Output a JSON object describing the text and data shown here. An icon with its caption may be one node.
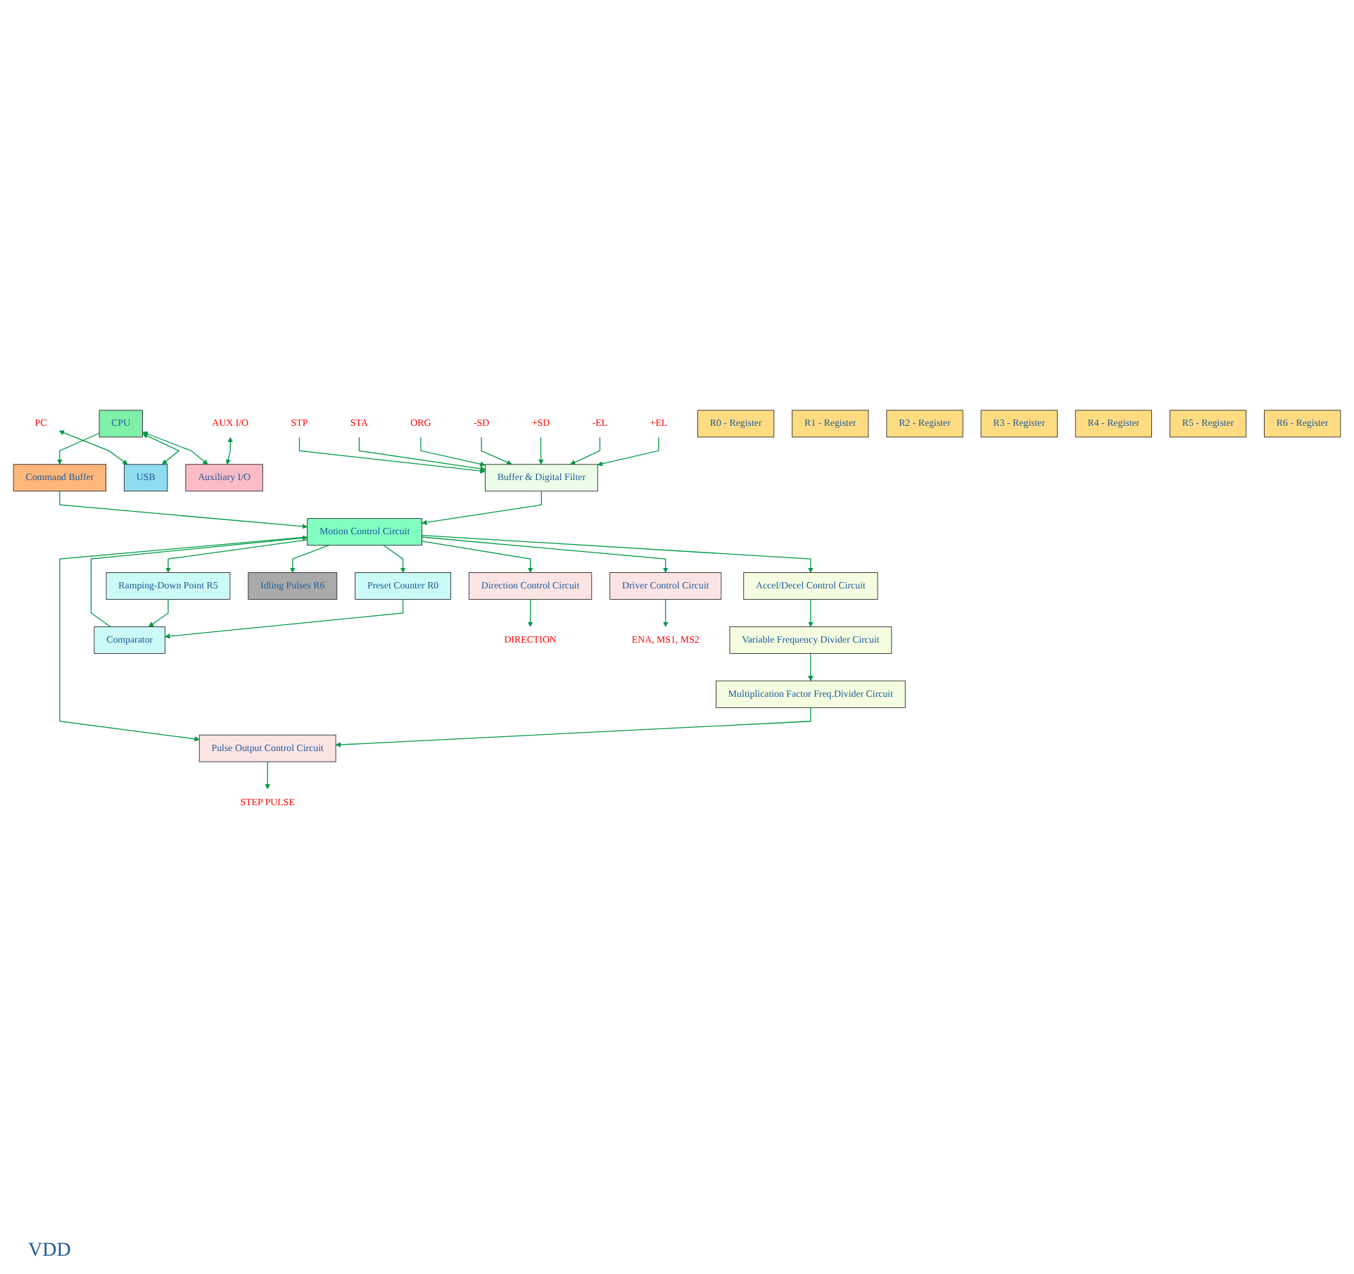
{
  "diagram": {
    "nodes": [
      {
        "text": [
          "R0 - Register"
        ]
      },
      {
        "text": [
          "R1 - Register"
        ]
      },
      {
        "text": [
          "R2 - Register"
        ]
      },
      {
        "text": [
          "R3 - Register"
        ]
      },
      {
        "text": [
          "R4 - Register"
        ]
      },
      {
        "text": [
          "R5 - Register"
        ]
      },
      {
        "text": [
          "R6 - Register"
        ]
      },
      {
        "text": [
          "Command Buffer"
        ]
      },
      {
        "text": [
          "CPU"
        ]
      },
      {
        "text": [
          "USB"
        ]
      },
      {
        "text": [
          "Auxiliary I/O"
        ]
      },
      {
        "text": [
          "Buffer & Digital Filter"
        ]
      },
      {
        "text": [
          "Multiplication Factor Freq.Divider Circuit"
        ]
      },
      {
        "text": [
          "Variable Frequency Divider Circuit"
        ]
      },
      {
        "text": [
          "Accel/Decel Control Circuit"
        ]
      },
      {
        "text": [
          "Preset Counter R0"
        ]
      },
      {
        "text": [
          "Comparator"
        ]
      },
      {
        "text": [
          "Ramping-Down Point R5"
        ]
      },
      {
        "text": [
          "Idling Pulses R6"
        ]
      },
      {
        "text": [
          "Pulse Output Control Circuit"
        ]
      },
      {
        "text": [
          "Direction Control Circuit"
        ]
      },
      {
        "text": [
          "Driver Control Circuit"
        ]
      },
      {
        "text": [
          "Motion Control Circuit"
        ]
      },
      {
        "text": [
          "STEP PULSE"
        ]
      },
      {
        "text": [
          "DIRECTION"
        ]
      },
      {
        "text": [
          "ENA, MS1, MS2"
        ]
      },
      {
        "text": [
          "PC"
        ]
      },
      {
        "text": [
          "AUX I/O"
        ]
      },
      {
        "text": [
          "+EL"
        ]
      },
      {
        "text": [
          "-EL"
        ]
      },
      {
        "text": [
          "+SD"
        ]
      },
      {
        "text": [
          "-SD"
        ]
      },
      {
        "text": [
          "ORG"
        ]
      },
      {
        "text": [
          "STA"
        ]
      },
      {
        "text": [
          "STP"
        ]
      }
    ],
    "edges": [
      {
        "from": 8,
        "to": 7,
        "arrow": "to"
      },
      {
        "from": 8,
        "to": 9,
        "arrow": "both"
      },
      {
        "from": 26,
        "to": 9,
        "arrow": "both"
      },
      {
        "from": 27,
        "to": 10,
        "arrow": "both"
      },
      {
        "from": 8,
        "to": 10,
        "arrow": "both"
      },
      {
        "from": 28,
        "to": 11,
        "arrow": "to"
      },
      {
        "from": 29,
        "to": 11,
        "arrow": "to"
      },
      {
        "from": 30,
        "to": 11,
        "arrow": "to"
      },
      {
        "from": 31,
        "to": 11,
        "arrow": "to"
      },
      {
        "from": 32,
        "to": 11,
        "arrow": "to"
      },
      {
        "from": 33,
        "to": 11,
        "arrow": "to"
      },
      {
        "from": 34,
        "to": 11,
        "arrow": "to"
      },
      {
        "from": 11,
        "to": 22,
        "arrow": "to"
      },
      {
        "from": 7,
        "to": 22,
        "arrow": "to"
      },
      {
        "from": 14,
        "to": 13,
        "arrow": "to"
      },
      {
        "from": 13,
        "to": 12,
        "arrow": "to"
      },
      {
        "from": 12,
        "to": 19,
        "arrow": "to"
      },
      {
        "from": 15,
        "to": 16,
        "arrow": "to"
      },
      {
        "from": 17,
        "to": 16,
        "arrow": "to"
      },
      {
        "from": 16,
        "to": 22,
        "arrow": "to"
      },
      {
        "from": 22,
        "to": 19,
        "arrow": "to"
      },
      {
        "from": 22,
        "to": 20,
        "arrow": "to"
      },
      {
        "from": 22,
        "to": 21,
        "arrow": "to"
      },
      {
        "from": 22,
        "to": 14,
        "arrow": "to"
      },
      {
        "from": 22,
        "to": 15,
        "arrow": "to"
      },
      {
        "from": 22,
        "to": 17,
        "arrow": "to"
      },
      {
        "from": 22,
        "to": 18,
        "arrow": "to"
      },
      {
        "from": 19,
        "to": 23,
        "arrow": "to"
      },
      {
        "from": 20,
        "to": 24,
        "arrow": "to"
      },
      {
        "from": 21,
        "to": 25,
        "arrow": "to"
      }
    ],
    "labels": [
      "VDD"
    ]
  }
}
